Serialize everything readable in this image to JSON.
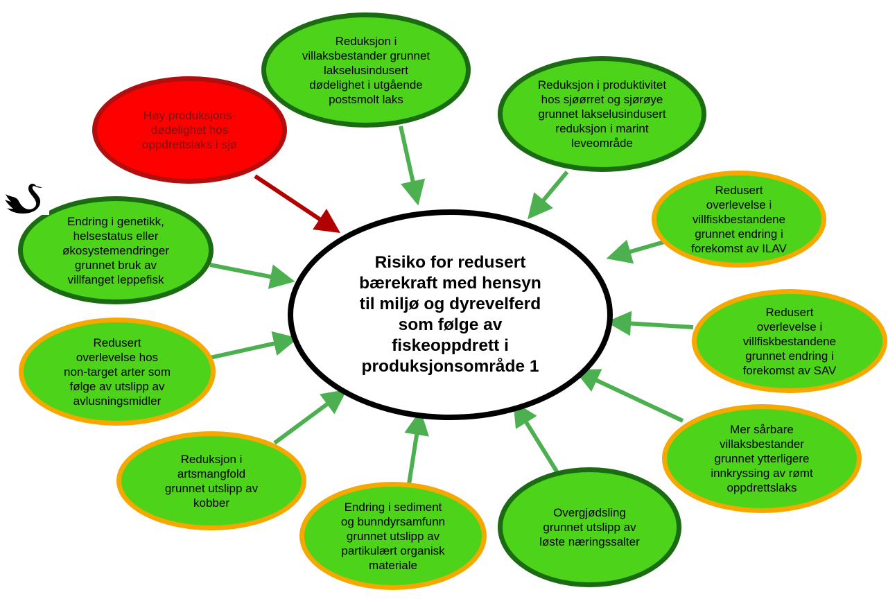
{
  "center": {
    "lines": [
      "Risiko for redusert",
      "bærekraft med hensyn",
      "til miljø og dyrevelferd",
      "som følge av",
      "fiskeoppdrett i",
      "produksjonsområde 1"
    ]
  },
  "colors": {
    "fill_green": "#4dd31a",
    "border_dark_green": "#1a6b12",
    "border_orange": "#f5a800",
    "fill_red": "#ff0000",
    "border_dark_red": "#b20e0e",
    "arrow_green": "#4caf50",
    "arrow_red": "#b00000"
  },
  "nodes": [
    {
      "id": "villaks-lakselus",
      "status": "dark-green",
      "lines": [
        "Reduksjon i",
        "villaksbestander grunnet",
        "lakselusindusert",
        "dødelighet i utgående",
        "postsmolt laks"
      ]
    },
    {
      "id": "sjoorret-sjoroye",
      "status": "dark-green",
      "lines": [
        "Reduksjon i produktivitet",
        "hos sjøørret og sjørøye",
        "grunnet lakselusindusert",
        "reduksjon i marint",
        "leveområde"
      ]
    },
    {
      "id": "ilav",
      "status": "orange",
      "lines": [
        "Redusert",
        "overlevelse i",
        "villfiskbestandene",
        "grunnet endring i",
        "forekomst av ILAV"
      ]
    },
    {
      "id": "sav",
      "status": "orange",
      "lines": [
        "Redusert",
        "overlevelse i",
        "villfiskbestandene",
        "grunnet endring i",
        "forekomst av SAV"
      ]
    },
    {
      "id": "romt-oppdrettslaks",
      "status": "orange",
      "lines": [
        "Mer sårbare",
        "villaksbestander",
        "grunnet ytterligere",
        "innkryssing av rømt",
        "oppdrettslaks"
      ]
    },
    {
      "id": "overgjodsling",
      "status": "dark-green",
      "lines": [
        "Overgjødsling",
        "grunnet utslipp av",
        "løste næringssalter"
      ]
    },
    {
      "id": "sediment",
      "status": "orange",
      "lines": [
        "Endring i sediment",
        "og bunndyrsamfunn",
        "grunnet utslipp av",
        "partikulært organisk",
        "materiale"
      ]
    },
    {
      "id": "kobber",
      "status": "orange",
      "lines": [
        "Reduksjon i",
        "artsmangfold",
        "grunnet utslipp av",
        "kobber"
      ]
    },
    {
      "id": "avlusningsmidler",
      "status": "orange",
      "lines": [
        "Redusert",
        "overlevelse hos",
        "non-target arter som",
        "følge av utslipp av",
        "avlusningsmidler"
      ]
    },
    {
      "id": "leppefisk",
      "status": "dark-green",
      "lines": [
        "Endring i genetikk,",
        "helsestatus  eller",
        "økosystemendringer",
        "grunnet bruk av",
        "villfanget leppefisk"
      ]
    },
    {
      "id": "produksjonsdodelighet",
      "status": "red",
      "lines": [
        "Høy produksjons-",
        "dødelighet hos",
        "oppdrettslaks i sjø"
      ]
    }
  ],
  "logo": {
    "name": "black-swan-icon"
  }
}
